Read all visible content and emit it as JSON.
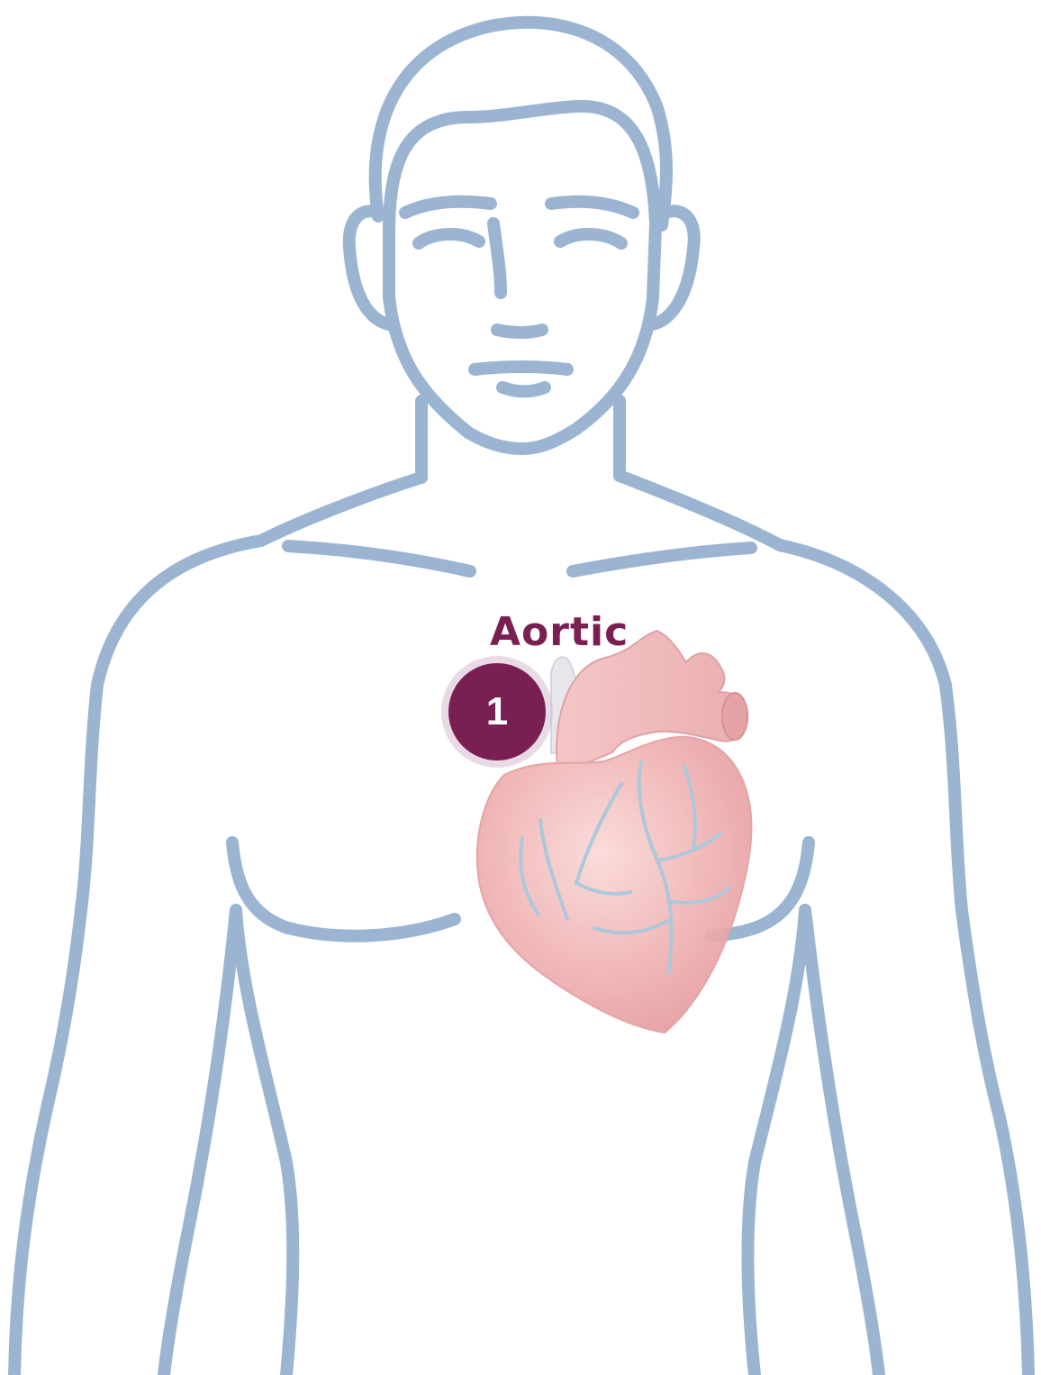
{
  "labels": {
    "aortic": "Aortic"
  },
  "marker": {
    "number": "1"
  },
  "colors": {
    "outline": "#9ab4d2",
    "accent": "#7a1f52",
    "heart": "#f1b6b6",
    "heart_shadow": "#e59c9f",
    "vessels": "#a8c4d8"
  },
  "icons": {
    "body": "human-torso-outline",
    "heart": "anatomical-heart"
  }
}
